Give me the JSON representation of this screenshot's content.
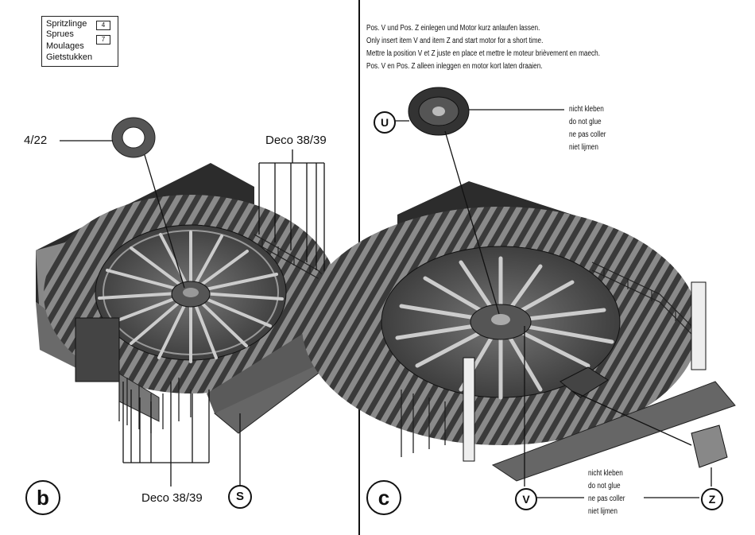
{
  "sprue_legend": {
    "lines": [
      "Spritzlinge",
      "Sprues",
      "Moulages",
      "Gietstukken"
    ],
    "count_a": "4",
    "count_b": "7"
  },
  "panel_b": {
    "badge": "b",
    "label_ring": "4/22",
    "label_deco_top": "Deco 38/39",
    "label_deco_bottom": "Deco 38/39",
    "part_s": "S"
  },
  "panel_c": {
    "badge": "c",
    "instructions": [
      "Pos. V und Pos. Z einlegen und Motor kurz anlaufen lassen.",
      "Only insert item V and item Z and start motor for a short time.",
      "Mettre la position V et Z juste en place et mettre le moteur brièvement en maech.",
      "Pos. V en Pos. Z alleen inleggen en motor kort laten draaien."
    ],
    "part_u": "U",
    "part_v": "V",
    "part_z": "Z",
    "no_glue_top": [
      "nicht kleben",
      "do not glue",
      "ne pas coller",
      "niet lijmen"
    ],
    "no_glue_bottom": [
      "nicht kleben",
      "do not glue",
      "ne pas coller",
      "niet lijmen"
    ]
  }
}
